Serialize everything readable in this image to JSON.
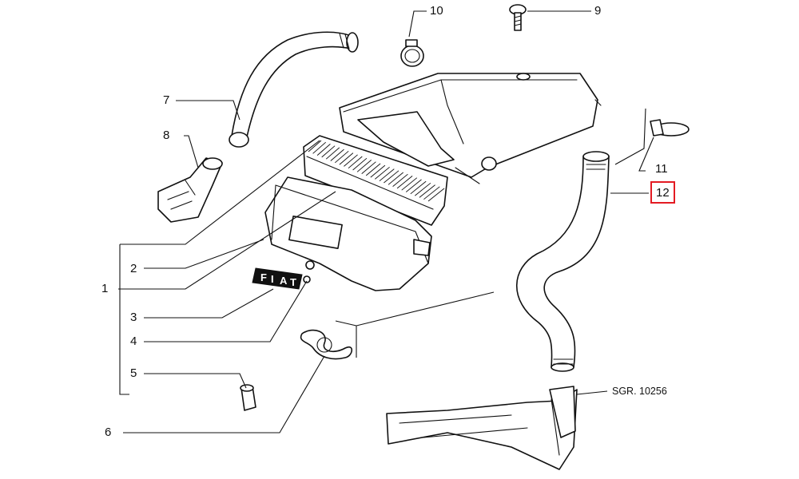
{
  "callouts": [
    {
      "number": "1"
    },
    {
      "number": "2"
    },
    {
      "number": "3"
    },
    {
      "number": "4"
    },
    {
      "number": "5"
    },
    {
      "number": "6"
    },
    {
      "number": "7"
    },
    {
      "number": "8"
    },
    {
      "number": "9"
    },
    {
      "number": "10"
    },
    {
      "number": "11"
    },
    {
      "number": "12",
      "highlight_color": "#e31b23"
    }
  ],
  "reference": "SGR. 10256",
  "logo": {
    "letters": [
      "F",
      "I",
      "A",
      "T"
    ]
  }
}
